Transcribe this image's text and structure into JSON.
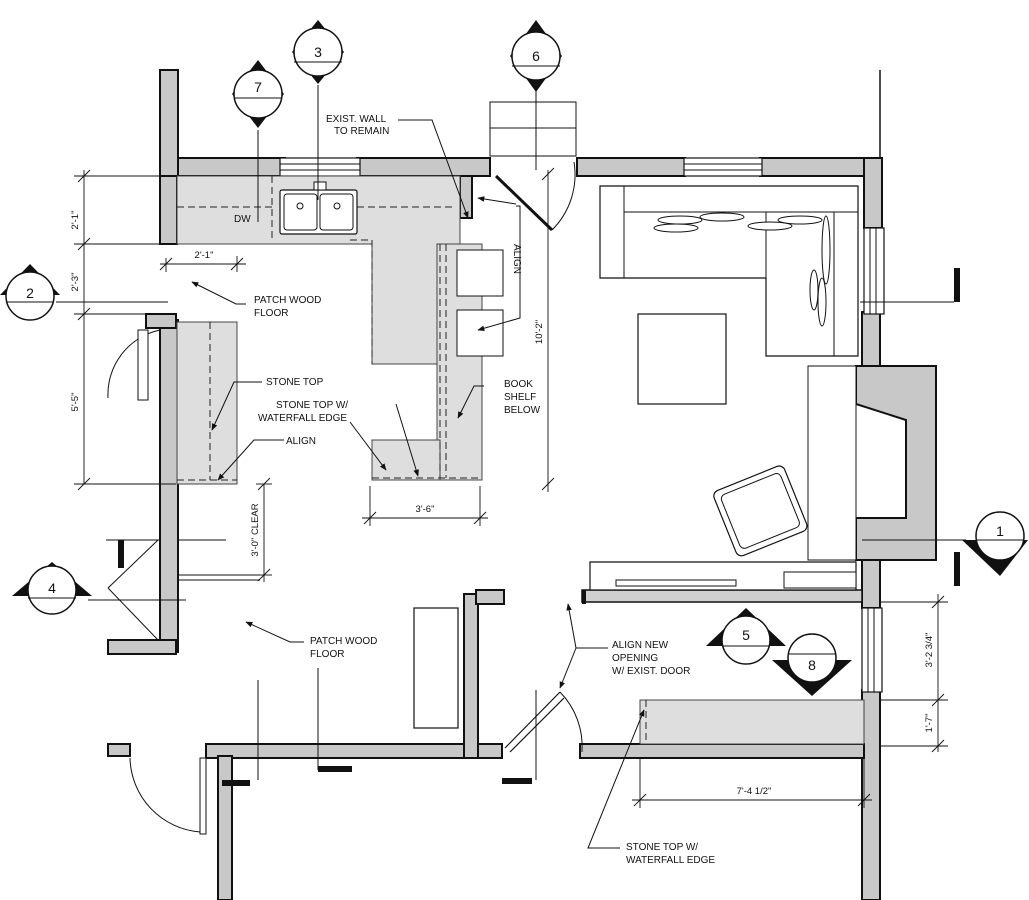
{
  "callouts": {
    "c1": "1",
    "c2": "2",
    "c3": "3",
    "c4": "4",
    "c5": "5",
    "c6": "6",
    "c7": "7",
    "c8": "8"
  },
  "labels": {
    "exist_wall_1": "EXIST. WALL",
    "exist_wall_2": "TO REMAIN",
    "dw": "DW",
    "patch_floor_top_1": "PATCH WOOD",
    "patch_floor_top_2": "FLOOR",
    "stone_top": "STONE TOP",
    "stone_waterfall_1": "STONE TOP W/",
    "stone_waterfall_2": "WATERFALL EDGE",
    "align_left": "ALIGN",
    "align_vertical": "ALIGN",
    "book_shelf_1": "BOOK",
    "book_shelf_2": "SHELF",
    "book_shelf_3": "BELOW",
    "patch_floor_bottom_1": "PATCH WOOD",
    "patch_floor_bottom_2": "FLOOR",
    "align_new_1": "ALIGN NEW",
    "align_new_2": "OPENING",
    "align_new_3": "W/ EXIST. DOOR",
    "stone_waterfall_bottom_1": "STONE TOP W/",
    "stone_waterfall_bottom_2": "WATERFALL EDGE",
    "clear": "3'-0\" CLEAR"
  },
  "dimensions": {
    "d_2_1_vert": "2'-1\"",
    "d_2_3_vert": "2'-3\"",
    "d_5_5_vert": "5'-5\"",
    "d_2_1_horiz": "2'-1\"",
    "d_10_2": "10'-2\"",
    "d_3_6": "3'-6\"",
    "d_3_2_34": "3'-2 3/4\"",
    "d_1_7": "1'-7\"",
    "d_7_4_12": "7'-4 1/2\""
  }
}
